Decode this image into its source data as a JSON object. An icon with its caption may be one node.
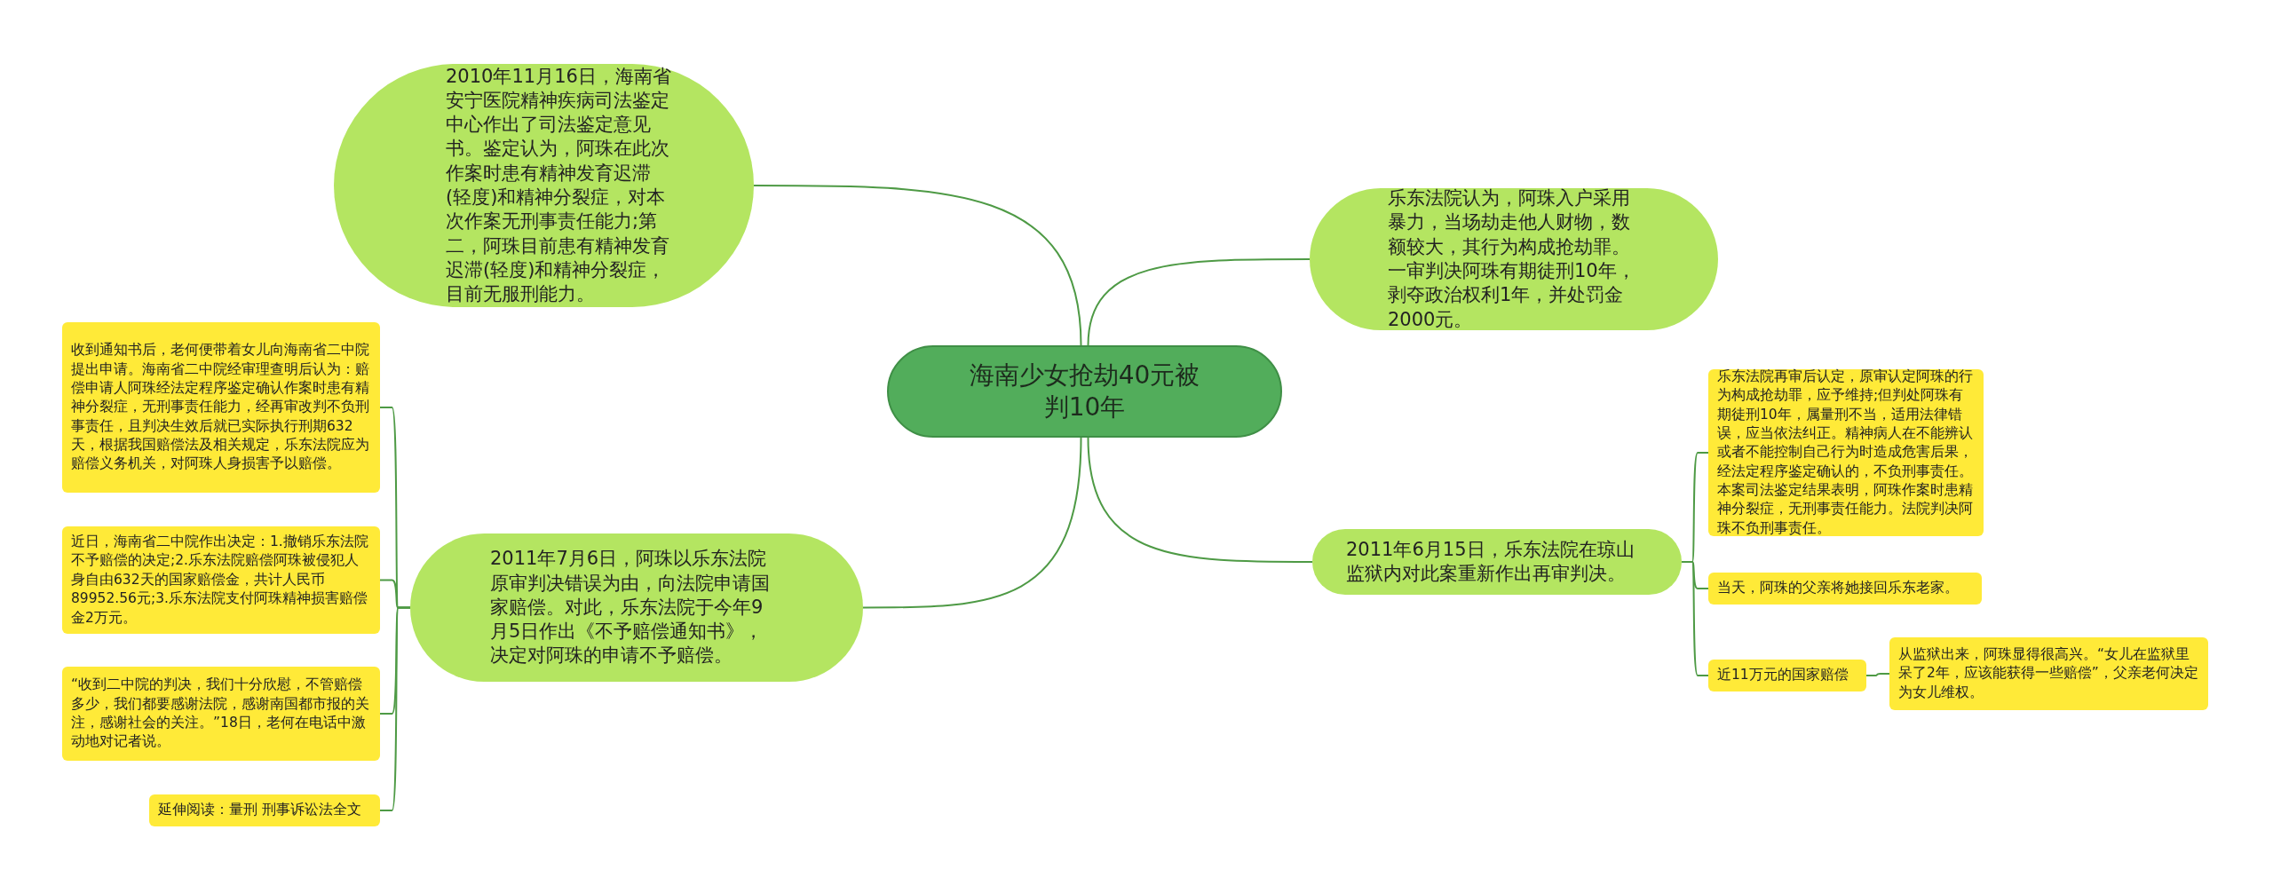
{
  "diagram": {
    "nodes": [
      {
        "text": [
          "海南少女抢劫40元被判10年"
        ]
      },
      {
        "text": [
          "2010年11月16日，海南省安宁医院精神疾病司法鉴定中心作出了司法鉴定意见书。鉴定认为，阿珠在此次作案时患有精神发育迟滞(轻度)和精神分裂症，对本次作案无刑事责任能力;第二，阿珠目前患有精神发育迟滞(轻度)和精神分裂症，目前无服刑能力。"
        ]
      },
      {
        "text": [
          "乐东法院认为，阿珠入户采用暴力，当场劫走他人财物，数额较大，其行为构成抢劫罪。一审判决阿珠有期徒刑10年，剥夺政治权利1年，并处罚金2000元。"
        ]
      },
      {
        "text": [
          "2011年7月6日，阿珠以乐东法院原审判决错误为由，向法院申请国家赔偿。对此，乐东法院于今年9月5日作出《不予赔偿通知书》，决定对阿珠的申请不予赔偿。"
        ]
      },
      {
        "text": [
          "收到通知书后，老何便带着女儿向海南省二中院提出申请。海南省二中院经审理查明后认为：赔偿申请人阿珠经法定程序鉴定确认作案时患有精神分裂症，无刑事责任能力，经再审改判不负刑事责任，且判决生效后就已实际执行刑期632天，根据我国赔偿法及相关规定，乐东法院应为赔偿义务机关，对阿珠人身损害予以赔偿。"
        ]
      },
      {
        "text": [
          "近日，海南省二中院作出决定：1.撤销乐东法院不予赔偿的决定;2.乐东法院赔偿阿珠被侵犯人身自由632天的国家赔偿金，共计人民币89952.56元;3.乐东法院支付阿珠精神损害赔偿金2万元。"
        ]
      },
      {
        "text": [
          "“收到二中院的判决，我们十分欣慰，不管赔偿多少，我们都要感谢法院，感谢南国都市报的关注，感谢社会的关注。”18日，老何在电话中激动地对记者说。"
        ]
      },
      {
        "text": [
          "延伸阅读：量刑 刑事诉讼法全文"
        ]
      },
      {
        "text": [
          "2011年6月15日，乐东法院在琼山监狱内对此案重新作出再审判决。"
        ]
      },
      {
        "text": [
          "乐东法院再审后认定，原审认定阿珠的行为构成抢劫罪，应予维持;但判处阿珠有期徒刑10年，属量刑不当，适用法律错误，应当依法纠正。精神病人在不能辨认或者不能控制自己行为时造成危害后果，经法定程序鉴定确认的，不负刑事责任。本案司法鉴定结果表明，阿珠作案时患精神分裂症，无刑事责任能力。法院判决阿珠不负刑事责任。"
        ]
      },
      {
        "text": [
          "当天，阿珠的父亲将她接回乐东老家。"
        ]
      },
      {
        "text": [
          "近11万元的国家赔偿"
        ]
      },
      {
        "text": [
          "从监狱出来，阿珠显得很高兴。“女儿在监狱里呆了2年，应该能获得一些赔偿”，父亲老何决定为女儿维权。"
        ]
      }
    ],
    "edges": [
      {
        "from": 0,
        "to": 1,
        "arrow": "none"
      },
      {
        "from": 0,
        "to": 2,
        "arrow": "none"
      },
      {
        "from": 0,
        "to": 3,
        "arrow": "none"
      },
      {
        "from": 3,
        "to": 4,
        "arrow": "none"
      },
      {
        "from": 3,
        "to": 5,
        "arrow": "none"
      },
      {
        "from": 3,
        "to": 6,
        "arrow": "none"
      },
      {
        "from": 3,
        "to": 7,
        "arrow": "none"
      },
      {
        "from": 0,
        "to": 8,
        "arrow": "none"
      },
      {
        "from": 8,
        "to": 9,
        "arrow": "none"
      },
      {
        "from": 8,
        "to": 10,
        "arrow": "none"
      },
      {
        "from": 8,
        "to": 11,
        "arrow": "none"
      },
      {
        "from": 11,
        "to": 12,
        "arrow": "none"
      }
    ]
  }
}
